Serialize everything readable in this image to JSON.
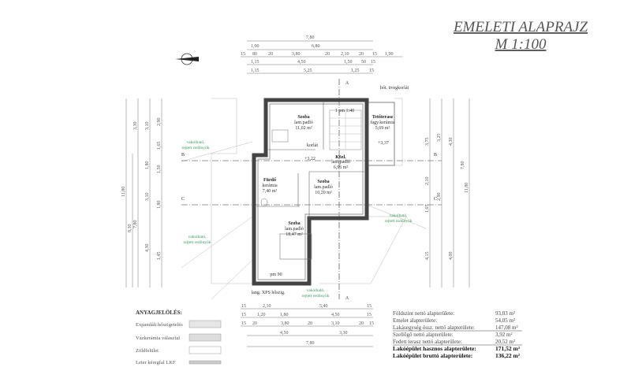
{
  "title": {
    "line1": "EMELETI ALAPRAJZ",
    "line2": "M 1:100"
  },
  "rooms": [
    {
      "name": "Szoba",
      "floor": "lam.padló",
      "area": "11,02 m²"
    },
    {
      "name": "Közl.",
      "floor": "lam.padló",
      "area": "6,96 m²"
    },
    {
      "name": "Fürdő",
      "floor": "kerámia",
      "area": "7,40 m²"
    },
    {
      "name": "Szoba",
      "floor": "lam.padló",
      "area": "10,20 m²"
    },
    {
      "name": "Szoba",
      "floor": "lam.padló",
      "area": "18,47 m²"
    },
    {
      "name": "Tetőterasz",
      "floor": "fagy.kerámia",
      "area": "5,69 m²"
    }
  ],
  "plan_labels": {
    "stair": "1 pm 1:40",
    "kozlekedo": "korlát",
    "level1": "+3,22",
    "level2": "+3,37",
    "glass": "hőt. üvegkorlát",
    "insulation": "lang. XPS hőszig.",
    "door": "pm 90",
    "shutters_l1": "vakolható,",
    "shutters_l2": "rejtett redőnyök",
    "sec_a": "A",
    "sec_b": "B",
    "sec_c": "C"
  },
  "dims_top": [
    [
      "7,80"
    ],
    [
      "1,00",
      "6,80"
    ],
    [
      "15",
      "80",
      "20",
      "3,80",
      "20",
      "2,10",
      "20",
      "15",
      "1,90"
    ],
    [
      "1,15",
      "4,50",
      "1,50",
      "50",
      "15"
    ],
    [
      "1,15",
      "5,25",
      "1,25",
      "15"
    ]
  ],
  "dims_bottom": [
    [
      "15",
      "2,10",
      "5,40",
      "15"
    ],
    [
      "15",
      "1,20",
      "1,80",
      "4,50",
      "15"
    ],
    [
      "15",
      "20",
      "3,80",
      "20",
      "3,10",
      "20",
      "15"
    ],
    [
      "4,50",
      "3,30"
    ],
    [
      "7,80"
    ]
  ],
  "dims_left": [
    [
      "3,30",
      "7,80",
      "11,80"
    ],
    [
      "3,10",
      "1,80",
      "3,10",
      "4,30",
      "8,30"
    ],
    [
      "2,90",
      "1,65",
      "1,50",
      "1,80",
      "1,45"
    ]
  ],
  "dims_right": [
    [
      "3,75",
      "3,25",
      "4,30",
      "11,80",
      "7,80"
    ],
    [
      "2,10",
      "2,90",
      "1,65",
      "4,15",
      "4,00"
    ]
  ],
  "legend": {
    "heading": "ANYAGJELÖLÉS:",
    "items": [
      "Expandált hőszigetelés",
      "Vázkerámia válaszfal",
      "Zöldfelület",
      "Leier kéregfal LKF"
    ]
  },
  "areas": [
    {
      "label": "Földszint nettó alapterülete:",
      "value": "93,03 m²",
      "bold": false
    },
    {
      "label": "Emelet alapterülete:",
      "value": "54,05 m²",
      "bold": false
    },
    {
      "label": "Lakásegység össz. nettó alapterülete:",
      "value": "147,08 m²",
      "bold": false
    },
    {
      "label": "Szellőgő nettó alapterülete:",
      "value": "3,92 m²",
      "bold": false
    },
    {
      "label": "Fedett terasz nettó alapterülete:",
      "value": "20,52 m²",
      "bold": false
    },
    {
      "label": "Lakóépület hasznos alapterülete:",
      "value": "171,52 m²",
      "bold": true
    },
    {
      "label": "Lakóépület bruttó alapterülete:",
      "value": "136,22 m²",
      "bold": true
    }
  ]
}
